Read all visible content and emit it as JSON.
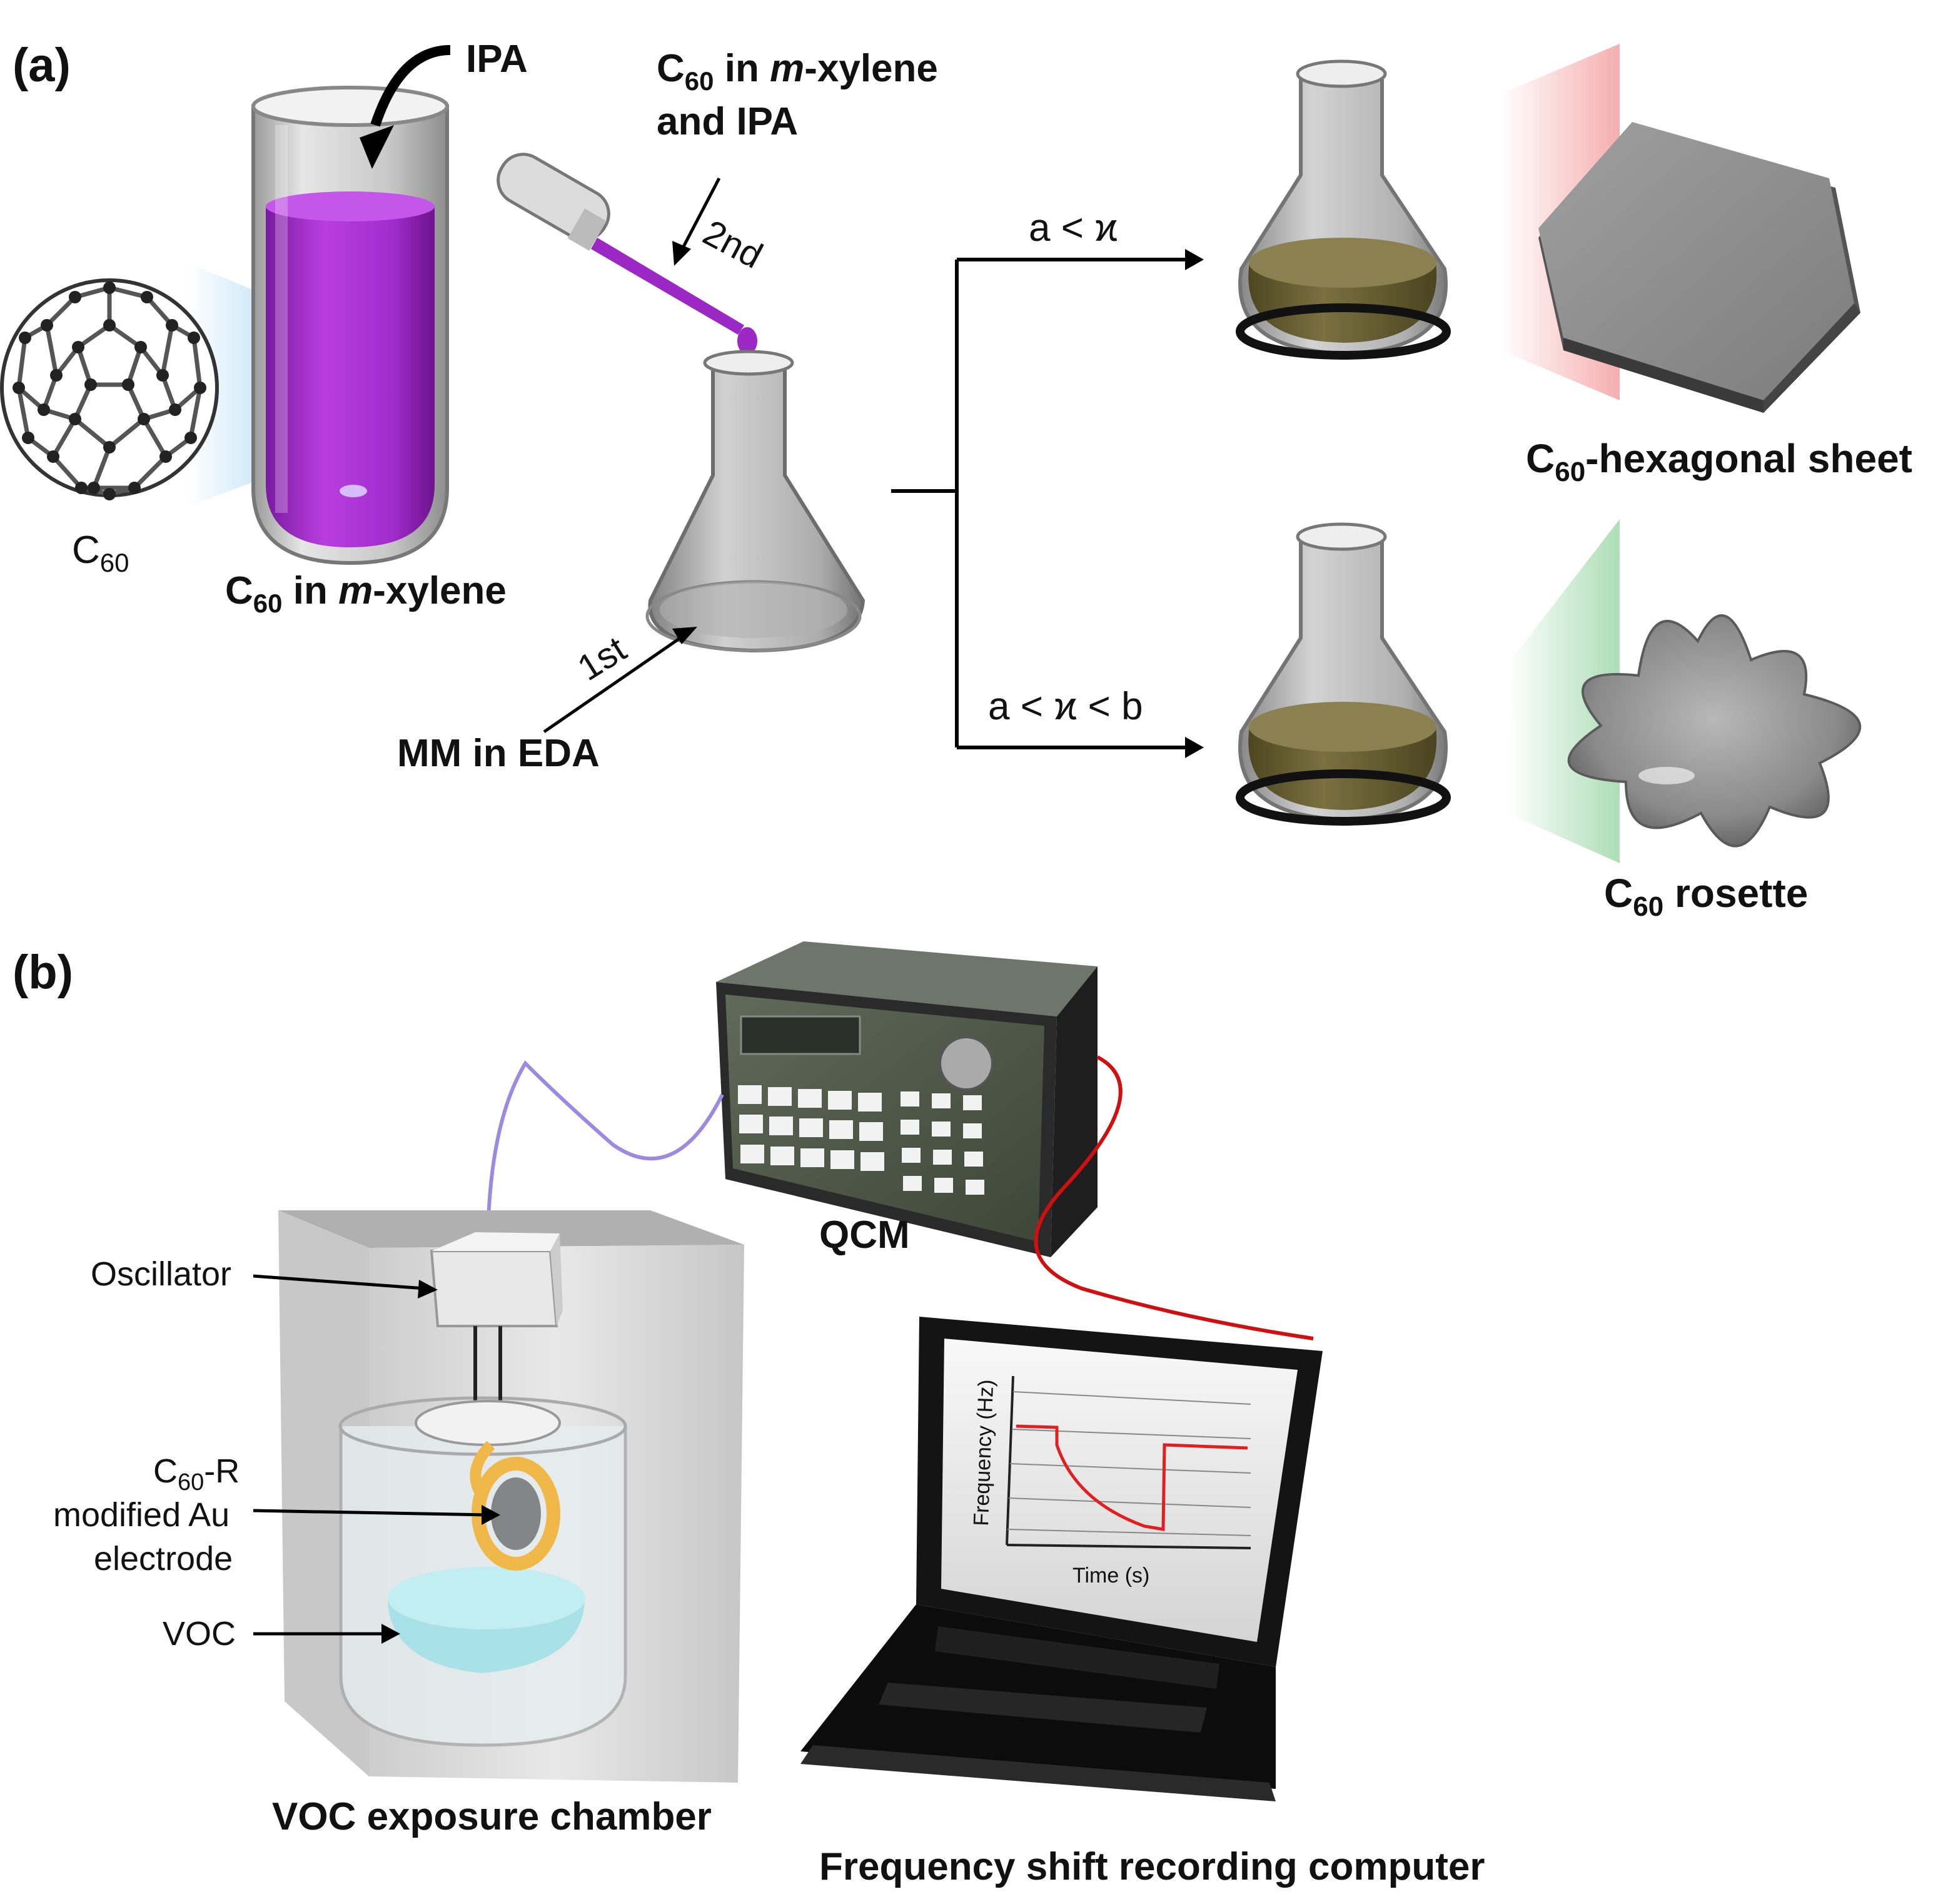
{
  "panel_a": {
    "label": "(a)",
    "c60_label_main": "C",
    "c60_label_sub": "60",
    "ipa_label": "IPA",
    "tube_label_c": "C",
    "tube_label_sub": "60",
    "tube_label_mid": " in ",
    "tube_label_em": "m",
    "tube_label_end": "-xylene",
    "dropper_line1_c": "C",
    "dropper_line1_sub": "60",
    "dropper_line1_mid": " in ",
    "dropper_line1_em": "m",
    "dropper_line1_end": "-xylene",
    "dropper_line2": "and IPA",
    "second_step": "2nd",
    "first_step": "1st",
    "flask_label": "MM in EDA",
    "branch_upper": "a < ϰ",
    "branch_lower": "a < ϰ < b",
    "hex_label_c": "C",
    "hex_label_sub": "60",
    "hex_label_end": "-hexagonal sheet",
    "rosette_label_c": "C",
    "rosette_label_sub": "60",
    "rosette_label_end": " rosette"
  },
  "panel_b": {
    "label": "(b)",
    "qcm_label": "QCM",
    "oscillator_label": "Oscillator",
    "electrode_line1_c": "C",
    "electrode_line1_sub": "60",
    "electrode_line1_end": "-R",
    "electrode_line2": "modified Au",
    "electrode_line3": "electrode",
    "voc_label": "VOC",
    "chamber_label": "VOC exposure chamber",
    "computer_label": "Frequency shift recording computer",
    "plot_ylabel": "Frequency (Hz)",
    "plot_xlabel": "Time (s)"
  },
  "colors": {
    "solution_purple": "#9b27c4",
    "flask_gold": "#6f6634",
    "wire_red": "#d01010",
    "wire_purple": "#9b8ae0",
    "voc_cyan": "#a8e2e8",
    "electrode_gold": "#f0b848"
  }
}
